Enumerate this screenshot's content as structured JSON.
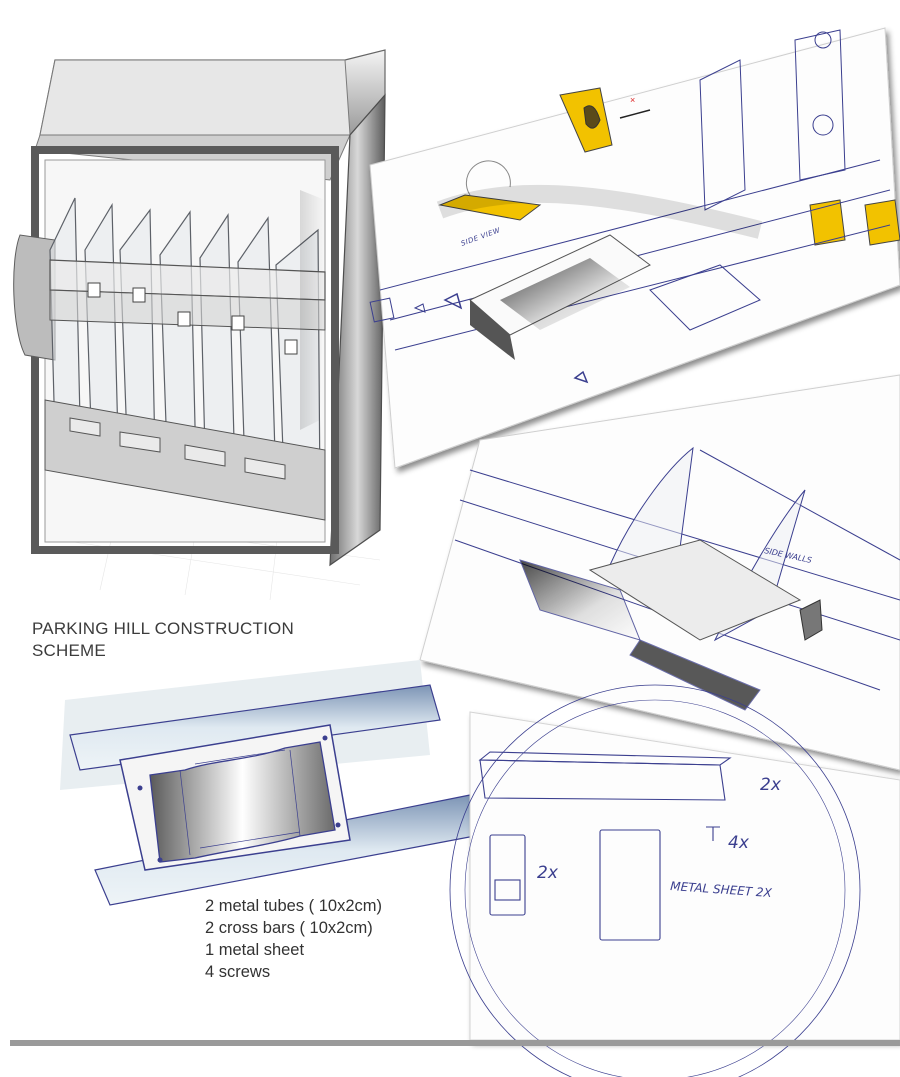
{
  "construction": {
    "title": "PARKING HILL CONSTRUCTION SCHEME",
    "parts": [
      "2 metal tubes ( 10x2cm)",
      "2 cross bars ( 10x2cm)",
      "1 metal sheet",
      "4 screws"
    ]
  },
  "sketch_notes": {
    "tube_count": "2x",
    "screw_count": "4x",
    "crossbar_count": "2x",
    "metal_sheet": "METAL SHEET 2X",
    "side_walls": "SIDE WALLS",
    "side_view": "SIDE VIEW"
  },
  "colors": {
    "ink": "#3b3f8f",
    "accent_yellow": "#f2c200",
    "metal_light": "#dfe6ec",
    "frame_grey": "#8a8a8a"
  }
}
